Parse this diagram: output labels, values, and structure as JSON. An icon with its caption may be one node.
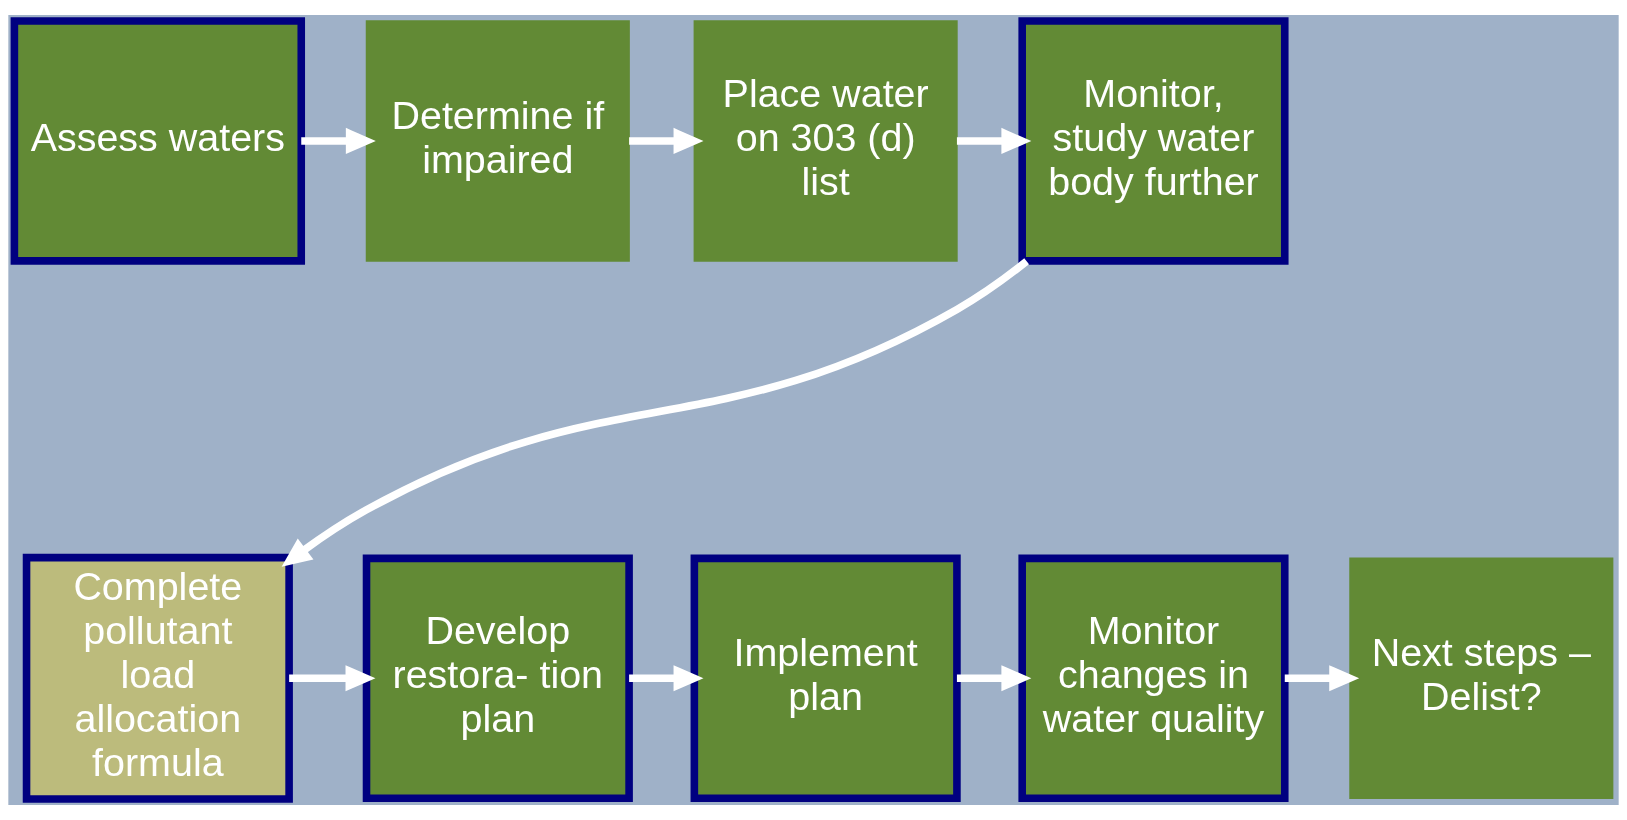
{
  "diagram": {
    "nodes": [
      {
        "text": [
          "Assess waters"
        ]
      },
      {
        "text": [
          "Determine if impaired"
        ]
      },
      {
        "text": [
          "Place water on 303 (d) list"
        ]
      },
      {
        "text": [
          "Monitor, study water body further"
        ]
      },
      {
        "text": [
          "Complete pollutant load allocation formula"
        ]
      },
      {
        "text": [
          "Develop restora- tion plan"
        ]
      },
      {
        "text": [
          "Implement plan"
        ]
      },
      {
        "text": [
          "Monitor changes in water quality"
        ]
      },
      {
        "text": [
          "Next steps – Delist?"
        ]
      }
    ],
    "edges": [
      {
        "from": 0,
        "to": 1,
        "arrow": "to"
      },
      {
        "from": 1,
        "to": 2,
        "arrow": "to"
      },
      {
        "from": 2,
        "to": 3,
        "arrow": "to"
      },
      {
        "from": 3,
        "to": 4,
        "arrow": "to"
      },
      {
        "from": 4,
        "to": 5,
        "arrow": "to"
      },
      {
        "from": 5,
        "to": 6,
        "arrow": "to"
      },
      {
        "from": 6,
        "to": 7,
        "arrow": "to"
      },
      {
        "from": 7,
        "to": 8,
        "arrow": "to"
      }
    ]
  }
}
